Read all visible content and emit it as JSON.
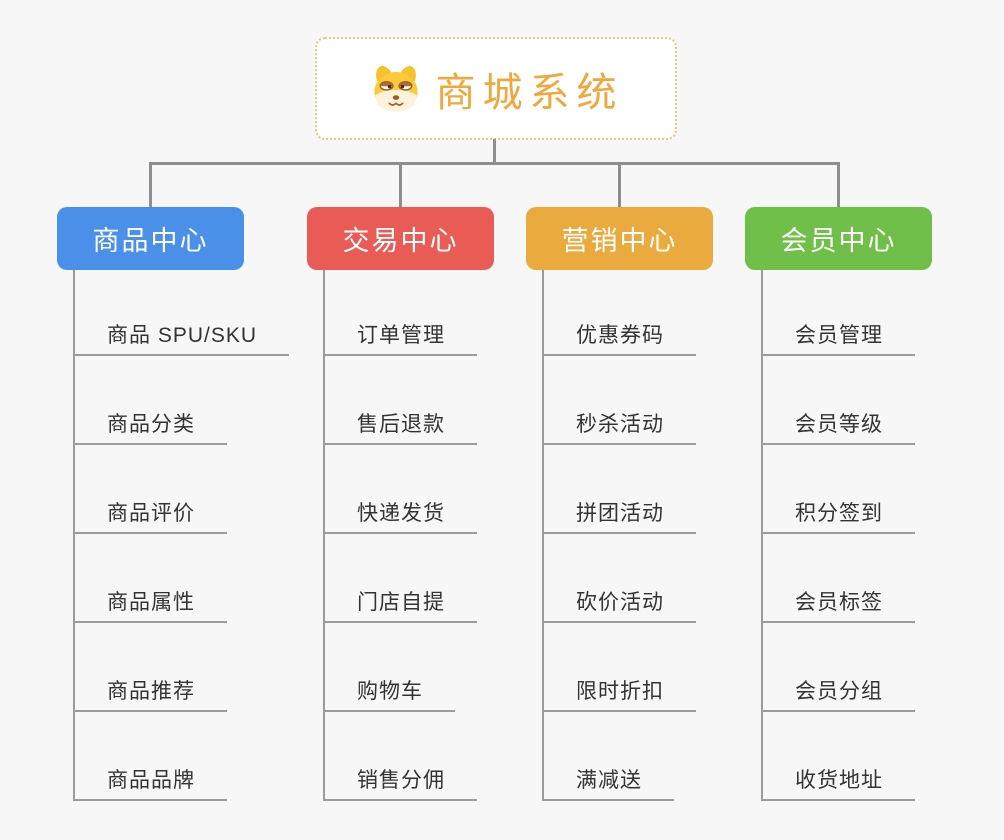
{
  "root": {
    "title": "商城系统",
    "icon": "shiba-dog-icon",
    "title_color": "#EFA73E",
    "border_color": "#F2C277"
  },
  "style": {
    "background": "#F7F7F7",
    "connector_color": "#8E8E8E",
    "leaf_line_color": "#9B9B9B",
    "leaf_text_color": "#333333"
  },
  "branches": [
    {
      "label": "商品中心",
      "color": "#4A8FE8",
      "children": [
        "商品 SPU/SKU",
        "商品分类",
        "商品评价",
        "商品属性",
        "商品推荐",
        "商品品牌"
      ]
    },
    {
      "label": "交易中心",
      "color": "#E95C55",
      "children": [
        "订单管理",
        "售后退款",
        "快递发货",
        "门店自提",
        "购物车",
        "销售分佣"
      ]
    },
    {
      "label": "营销中心",
      "color": "#EAAA3E",
      "children": [
        "优惠券码",
        "秒杀活动",
        "拼团活动",
        "砍价活动",
        "限时折扣",
        "满减送"
      ]
    },
    {
      "label": "会员中心",
      "color": "#6FBF48",
      "children": [
        "会员管理",
        "会员等级",
        "积分签到",
        "会员标签",
        "会员分组",
        "收货地址"
      ]
    }
  ]
}
